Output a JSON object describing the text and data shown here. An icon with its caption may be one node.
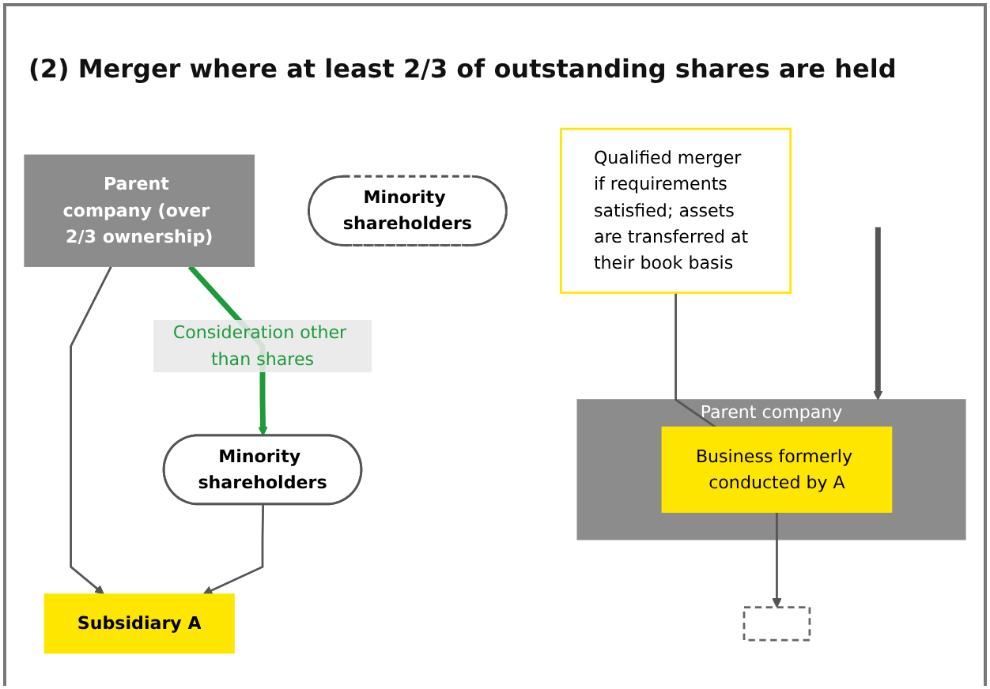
{
  "diagram": {
    "title": "(2) Merger where at least 2/3 of outstanding shares are held",
    "nodes": [
      {
        "text": [
          "Parent company (over 2/3 ownership)"
        ]
      },
      {
        "text": [
          "Minority shareholders"
        ]
      },
      {
        "text": [
          "Subsidiary A"
        ]
      },
      {
        "text": [
          "Parent company"
        ]
      },
      {
        "text": [
          "Business formerly conducted by A"
        ],
        "in": 3
      },
      {
        "text": [
          "Minority shareholders"
        ]
      },
      {
        "text": [
          "Qualified merger if requirements satisfied; assets are transferred at their book basis"
        ]
      },
      {
        "text": [],
        "shape": "box"
      }
    ],
    "edges": [
      {
        "from": 0,
        "to": 1,
        "arrow": "to",
        "label": "Consideration other than shares",
        "style": "thick",
        "color": "#1e9a3a"
      },
      {
        "from": 0,
        "to": 2,
        "arrow": "to"
      },
      {
        "from": 1,
        "to": 2,
        "arrow": "to"
      },
      {
        "from": null,
        "to": 3,
        "arrow": "to",
        "style": "thick"
      },
      {
        "from": 4,
        "to": 7,
        "arrow": "to"
      },
      {
        "from": 6,
        "to": 4,
        "arrow": "none"
      }
    ]
  }
}
